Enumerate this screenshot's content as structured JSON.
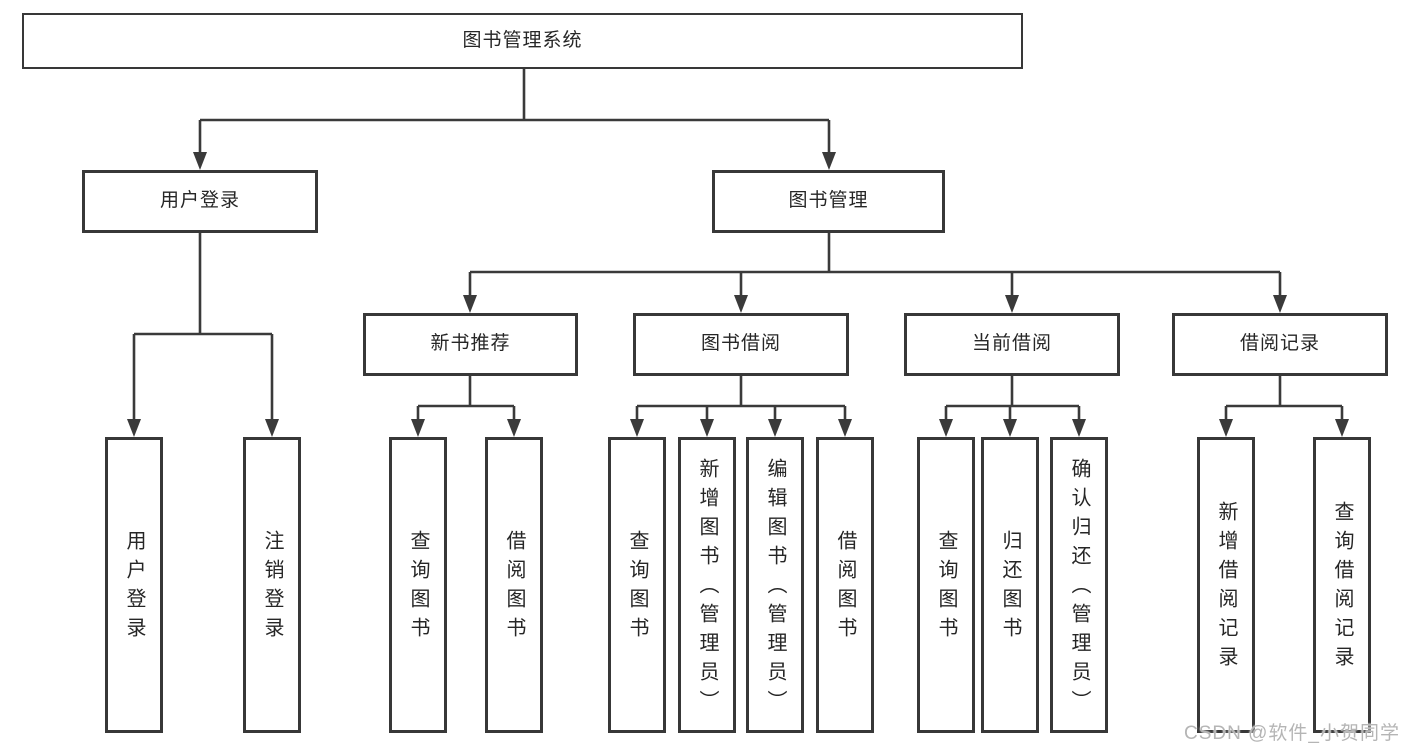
{
  "diagram": {
    "type": "hierarchy-tree",
    "tree": {
      "label": "图书管理系统",
      "children": [
        {
          "label": "用户登录",
          "children": [
            {
              "label": "用户登录"
            },
            {
              "label": "注销登录"
            }
          ]
        },
        {
          "label": "图书管理",
          "children": [
            {
              "label": "新书推荐",
              "children": [
                {
                  "label": "查询图书"
                },
                {
                  "label": "借阅图书"
                }
              ]
            },
            {
              "label": "图书借阅",
              "children": [
                {
                  "label": "查询图书"
                },
                {
                  "label": "新增图书（管理员）"
                },
                {
                  "label": "编辑图书（管理员）"
                },
                {
                  "label": "借阅图书"
                }
              ]
            },
            {
              "label": "当前借阅",
              "children": [
                {
                  "label": "查询图书"
                },
                {
                  "label": "归还图书"
                },
                {
                  "label": "确认归还（管理员）"
                }
              ]
            },
            {
              "label": "借阅记录",
              "children": [
                {
                  "label": "新增借阅记录"
                },
                {
                  "label": "查询借阅记录"
                }
              ]
            }
          ]
        }
      ]
    }
  },
  "watermark": {
    "text": "CSDN @软件_小贺同学"
  },
  "colors": {
    "box_border": "#383838",
    "box_fill": "#ffffff",
    "connector_line": "#3a3a3a",
    "text": "#262626",
    "watermark_text": "#b5b5b5",
    "background": "#ffffff"
  }
}
